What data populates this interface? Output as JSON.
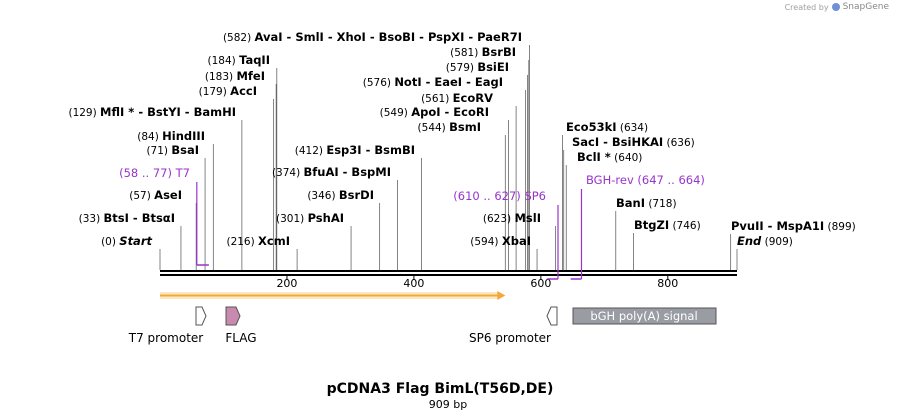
{
  "credit": {
    "prefix": "Created by",
    "brand": "SnapGene"
  },
  "title": "pCDNA3 Flag BimL(T56D,DE)",
  "length": "909 bp",
  "colors": {
    "site": "#000000",
    "primer": "#9933cc",
    "orf": "#f2a93b",
    "feature_fill": "#9a9ca3",
    "flag_fill": "#c98ab0"
  },
  "scale": {
    "start": 0,
    "end": 909,
    "ticks": [
      "200",
      "400",
      "600",
      "800"
    ]
  },
  "left_labels": [
    {
      "pos": "(0)",
      "name": "Start",
      "italic": true,
      "site": 0
    },
    {
      "pos": "(33)",
      "name": "BtsI - BtsαI",
      "site": 33
    },
    {
      "pos": "(57)",
      "name": "AseI",
      "site": 57
    },
    {
      "pos": "(71)",
      "name": "BsaI",
      "site": 71
    },
    {
      "pos": "(84)",
      "name": "HindIII",
      "site": 84
    },
    {
      "pos": "(129)",
      "name": "MflI * - BstYI - BamHI",
      "site": 129
    },
    {
      "pos": "(179)",
      "name": "AccI",
      "site": 179
    },
    {
      "pos": "(183)",
      "name": "MfeI",
      "site": 183
    },
    {
      "pos": "(184)",
      "name": "TaqII",
      "site": 184
    },
    {
      "pos": "(216)",
      "name": "XcmI",
      "site": 216
    },
    {
      "pos": "(582)",
      "name": "AvaI - SmlI - XhoI - BsoBI - PspXI - PaeR7I",
      "site": 582
    },
    {
      "pos": "(301)",
      "name": "PshAI",
      "site": 301
    },
    {
      "pos": "(346)",
      "name": "BsrDI",
      "site": 346
    },
    {
      "pos": "(374)",
      "name": "BfuAI - BspMI",
      "site": 374
    },
    {
      "pos": "(412)",
      "name": "Esp3I - BsmBI",
      "site": 412
    },
    {
      "pos": "(544)",
      "name": "BsmI",
      "site": 544
    },
    {
      "pos": "(549)",
      "name": "ApoI - EcoRI",
      "site": 549
    },
    {
      "pos": "(561)",
      "name": "EcoRV",
      "site": 561
    },
    {
      "pos": "(576)",
      "name": "NotI - EaeI - EagI",
      "site": 576
    },
    {
      "pos": "(579)",
      "name": "BsiEI",
      "site": 579
    },
    {
      "pos": "(581)",
      "name": "BsrBI",
      "site": 581
    },
    {
      "pos": "(594)",
      "name": "XbaI",
      "site": 594
    },
    {
      "pos": "(623)",
      "name": "MslI",
      "site": 623
    }
  ],
  "right_labels": [
    {
      "pos": "(634)",
      "name": "Eco53kI",
      "site": 634
    },
    {
      "pos": "(636)",
      "name": "SacI - BsiHKAI",
      "site": 636
    },
    {
      "pos": "(640)",
      "name": "BclI *",
      "site": 640
    },
    {
      "pos": "(718)",
      "name": "BanI",
      "site": 718
    },
    {
      "pos": "(746)",
      "name": "BtgZI",
      "site": 746
    },
    {
      "pos": "(899)",
      "name": "PvuII - MspA1I",
      "site": 899
    },
    {
      "pos": "(909)",
      "name": "End",
      "italic": true,
      "site": 909
    }
  ],
  "primers": [
    {
      "name": "T7",
      "range": "(58 .. 77)",
      "from": 58,
      "to": 77,
      "dir": "forward"
    },
    {
      "name": "SP6",
      "range": "(610 .. 627)",
      "from": 610,
      "to": 627,
      "dir": "reverse"
    },
    {
      "name": "BGH-rev",
      "range": "(647 .. 664)",
      "from": 647,
      "to": 664,
      "dir": "reverse"
    }
  ],
  "features": [
    {
      "name": "T7 promoter",
      "from": 58,
      "to": 76,
      "dir": "forward",
      "kind": "promoter"
    },
    {
      "name": "FLAG",
      "from": 104,
      "to": 127,
      "dir": "forward",
      "kind": "tag"
    },
    {
      "name": "SP6 promoter",
      "from": 616,
      "to": 634,
      "dir": "reverse",
      "kind": "promoter"
    },
    {
      "name": "bGH poly(A) signal",
      "from": 656,
      "to": 880,
      "dir": "none",
      "kind": "polyA"
    }
  ],
  "orf": {
    "from": 0,
    "to": 544
  }
}
